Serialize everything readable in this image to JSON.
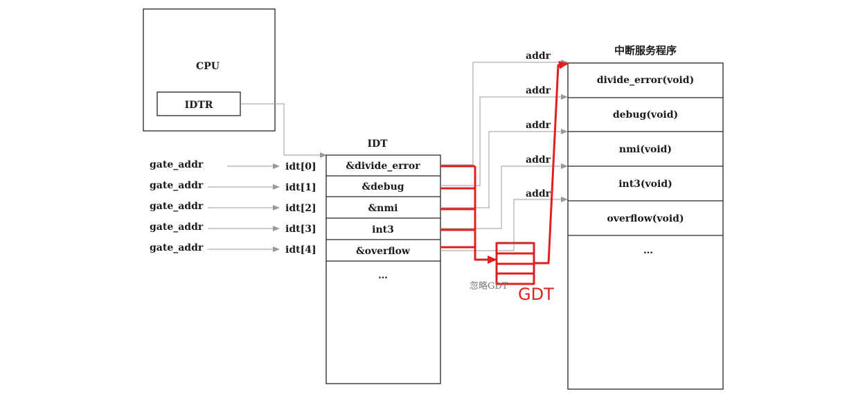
{
  "cpu": {
    "label": "CPU",
    "register": "IDTR"
  },
  "idt": {
    "title": "IDT",
    "indices": [
      "idt[0]",
      "idt[1]",
      "idt[2]",
      "idt[3]",
      "idt[4]"
    ],
    "entries": [
      "&divide_error",
      "&debug",
      "&nmi",
      "int3",
      "&overflow"
    ],
    "ellipsis": "…"
  },
  "gate_labels": [
    "gate_addr",
    "gate_addr",
    "gate_addr",
    "gate_addr",
    "gate_addr"
  ],
  "addr_labels": [
    "addr",
    "addr",
    "addr",
    "addr",
    "addr"
  ],
  "isr": {
    "title": "中断服务程序",
    "routines": [
      "divide_error(void)",
      "debug(void)",
      "nmi(void)",
      "int3(void)",
      "overflow(void)"
    ],
    "ellipsis": "…"
  },
  "gdt": {
    "note": "忽略GDT",
    "label": "GDT"
  },
  "colors": {
    "highlight": "#e02020",
    "connector": "#999999",
    "ink": "#222222"
  }
}
